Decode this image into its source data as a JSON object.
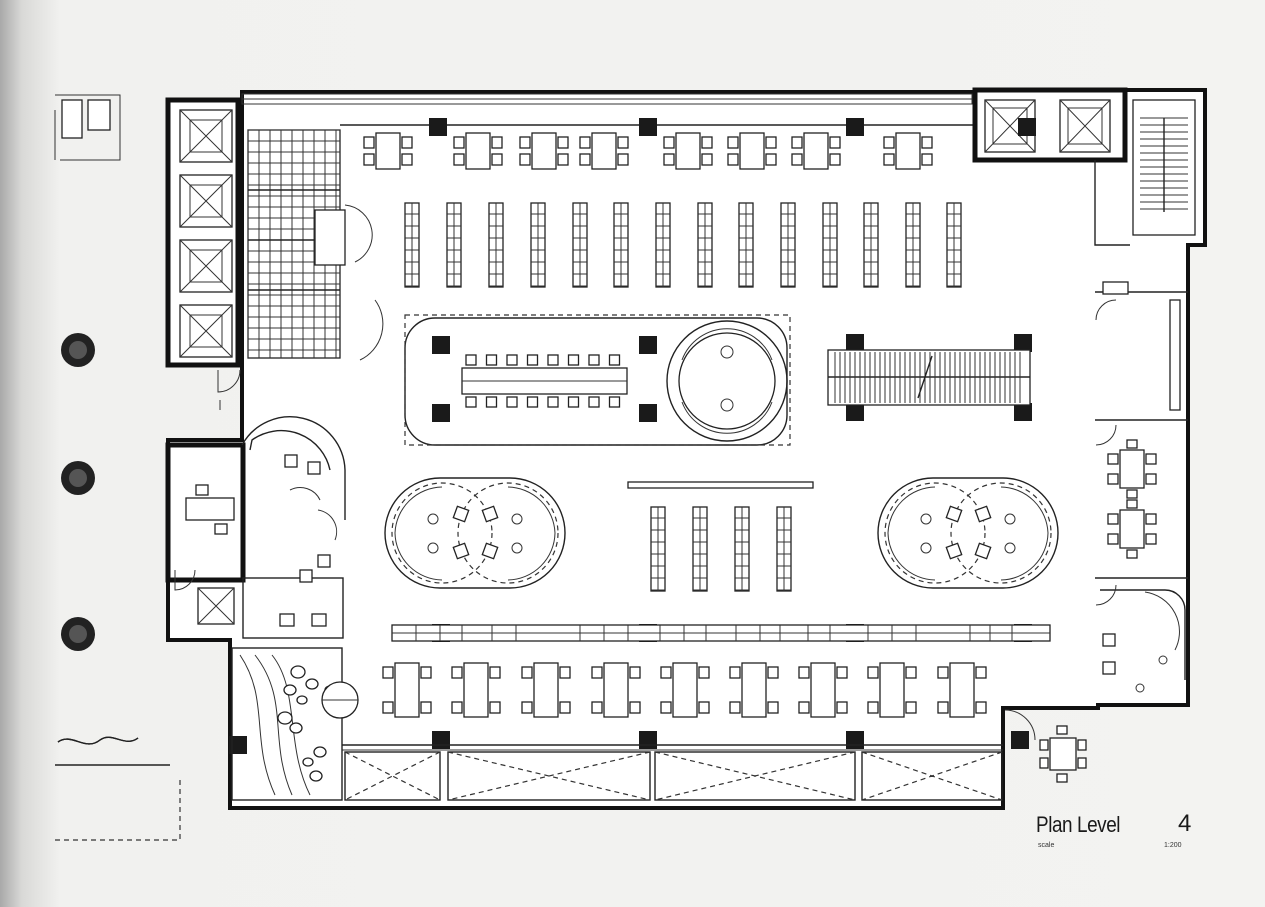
{
  "title_block": {
    "title": "Plan Level",
    "level_number": "4",
    "sub_label": "scale",
    "scale": "1:200"
  },
  "colors": {
    "line": "#111111",
    "paper": "#f1f1ef",
    "fill": "#ffffff"
  },
  "icons": [
    "stair-icon",
    "elevator-icon",
    "escalator-icon",
    "column-icon",
    "door-swing-icon"
  ]
}
